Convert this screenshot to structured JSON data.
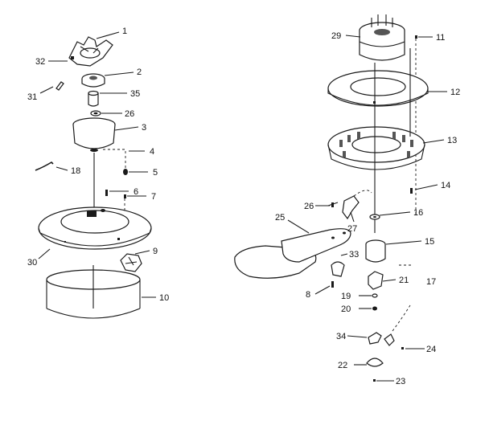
{
  "parts": {
    "p1": "1",
    "p2": "2",
    "p3": "3",
    "p4": "4",
    "p5": "5",
    "p6": "6",
    "p7": "7",
    "p8": "8",
    "p9": "9",
    "p10": "10",
    "p11": "11",
    "p12": "12",
    "p13": "13",
    "p14": "14",
    "p15": "15",
    "p16": "16",
    "p17": "17",
    "p18": "18",
    "p19": "19",
    "p20": "20",
    "p21": "21",
    "p22": "22",
    "p23": "23",
    "p24": "24",
    "p25": "25",
    "p26a": "26",
    "p26b": "26",
    "p27": "27",
    "p29": "29",
    "p30": "30",
    "p31": "31",
    "p32": "32",
    "p33": "33",
    "p34": "34",
    "p35": "35"
  },
  "colors": {
    "ink": "#1a1a1a",
    "paper": "#ffffff"
  }
}
